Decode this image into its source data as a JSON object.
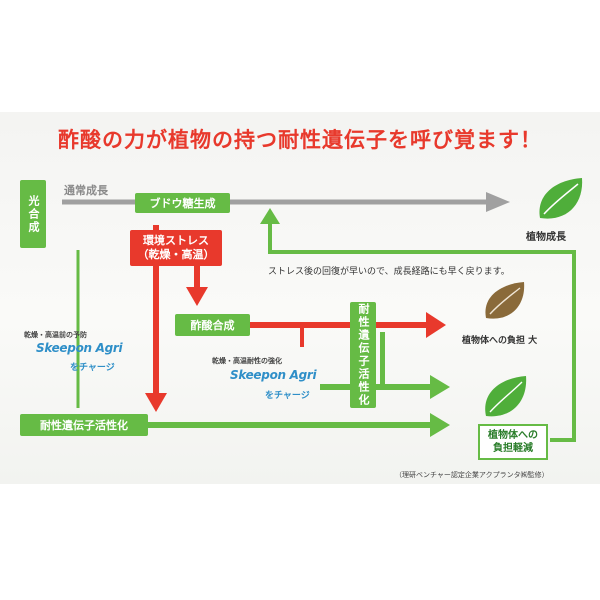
{
  "headline": "酢酸の力が植物の持つ耐性遺伝子を呼び覚ます！",
  "boxes": {
    "photosynthesis": "光合成",
    "glucose": "ブドウ糖生成",
    "stress": "環境ストレス\n（乾燥・高温）",
    "acetic_acid": "酢酸合成",
    "gene_vertical": "耐性遺伝子活性化",
    "gene_bottom": "耐性遺伝子活性化"
  },
  "labels": {
    "normal_growth": "通常成長",
    "plant_growth": "植物成長",
    "recovery_note": "ストレス後の回復が早いので、成長経路にも早く戻ります。",
    "burden_large": "植物体への負担 大",
    "burden_reduced_line1": "植物体への",
    "burden_reduced_line2": "負担軽減",
    "prevention": "乾燥・高温前の予防",
    "enhancement": "乾燥・高温耐性の強化",
    "credit": "（理研ベンチャー認定企業アクプランタ㈱監修）"
  },
  "product": {
    "brand": "Skeepon Agri",
    "charge": "をチャージ"
  },
  "colors": {
    "headline": "#e8392c",
    "green": "#66bb45",
    "red": "#e8392c",
    "grey": "#a0a0a0",
    "leaf_green": "#4fae3a",
    "leaf_brown": "#8a6a3a",
    "brand_blue": "#2f8fc8"
  }
}
